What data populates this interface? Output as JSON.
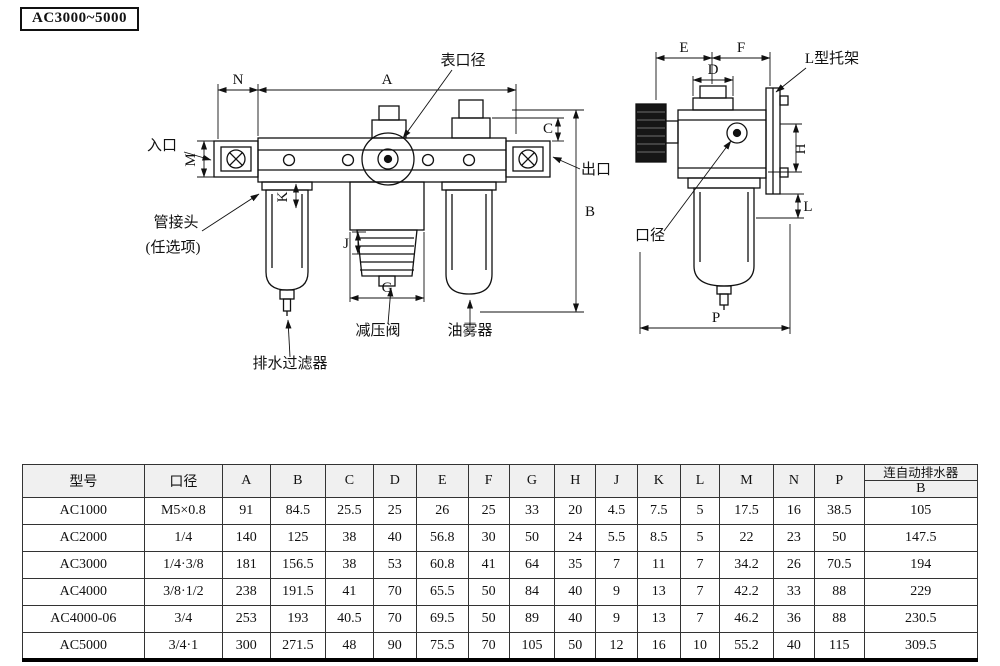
{
  "page": {
    "tag": "AC3000~5000"
  },
  "drawing": {
    "front": {
      "dims": {
        "n": "N",
        "a": "A",
        "c": "C",
        "m": "M",
        "k": "K",
        "b": "B",
        "j": "J",
        "g": "G"
      },
      "labels": {
        "gauge_port": "表口径",
        "inlet": "入口",
        "outlet": "出口",
        "pipe_joint": "管接头",
        "optional": "(任选项)",
        "regulator": "减压阀",
        "lubricator": "油雾器",
        "drain_filter": "排水过滤器"
      }
    },
    "side": {
      "dims": {
        "e": "E",
        "f": "F",
        "d": "D",
        "h": "H",
        "l": "L",
        "p": "P"
      },
      "labels": {
        "bracket": "L型托架",
        "bore": "口径"
      }
    }
  },
  "table": {
    "headers": {
      "model": "型号",
      "bore": "口径",
      "dims": [
        "A",
        "B",
        "C",
        "D",
        "E",
        "F",
        "G",
        "H",
        "J",
        "K",
        "L",
        "M",
        "N",
        "P"
      ],
      "drain_group": "连自动排水器",
      "drain_sub": "B"
    },
    "rows": [
      {
        "model": "AC1000",
        "bore": "M5×0.8",
        "values": [
          "91",
          "84.5",
          "25.5",
          "25",
          "26",
          "25",
          "33",
          "20",
          "4.5",
          "7.5",
          "5",
          "17.5",
          "16",
          "38.5",
          "105"
        ]
      },
      {
        "model": "AC2000",
        "bore": "1/4",
        "values": [
          "140",
          "125",
          "38",
          "40",
          "56.8",
          "30",
          "50",
          "24",
          "5.5",
          "8.5",
          "5",
          "22",
          "23",
          "50",
          "147.5"
        ]
      },
      {
        "model": "AC3000",
        "bore": "1/4·3/8",
        "values": [
          "181",
          "156.5",
          "38",
          "53",
          "60.8",
          "41",
          "64",
          "35",
          "7",
          "11",
          "7",
          "34.2",
          "26",
          "70.5",
          "194"
        ]
      },
      {
        "model": "AC4000",
        "bore": "3/8·1/2",
        "values": [
          "238",
          "191.5",
          "41",
          "70",
          "65.5",
          "50",
          "84",
          "40",
          "9",
          "13",
          "7",
          "42.2",
          "33",
          "88",
          "229"
        ]
      },
      {
        "model": "AC4000-06",
        "bore": "3/4",
        "values": [
          "253",
          "193",
          "40.5",
          "70",
          "69.5",
          "50",
          "89",
          "40",
          "9",
          "13",
          "7",
          "46.2",
          "36",
          "88",
          "230.5"
        ]
      },
      {
        "model": "AC5000",
        "bore": "3/4·1",
        "values": [
          "300",
          "271.5",
          "48",
          "90",
          "75.5",
          "70",
          "105",
          "50",
          "12",
          "16",
          "10",
          "55.2",
          "40",
          "115",
          "309.5"
        ]
      }
    ]
  }
}
